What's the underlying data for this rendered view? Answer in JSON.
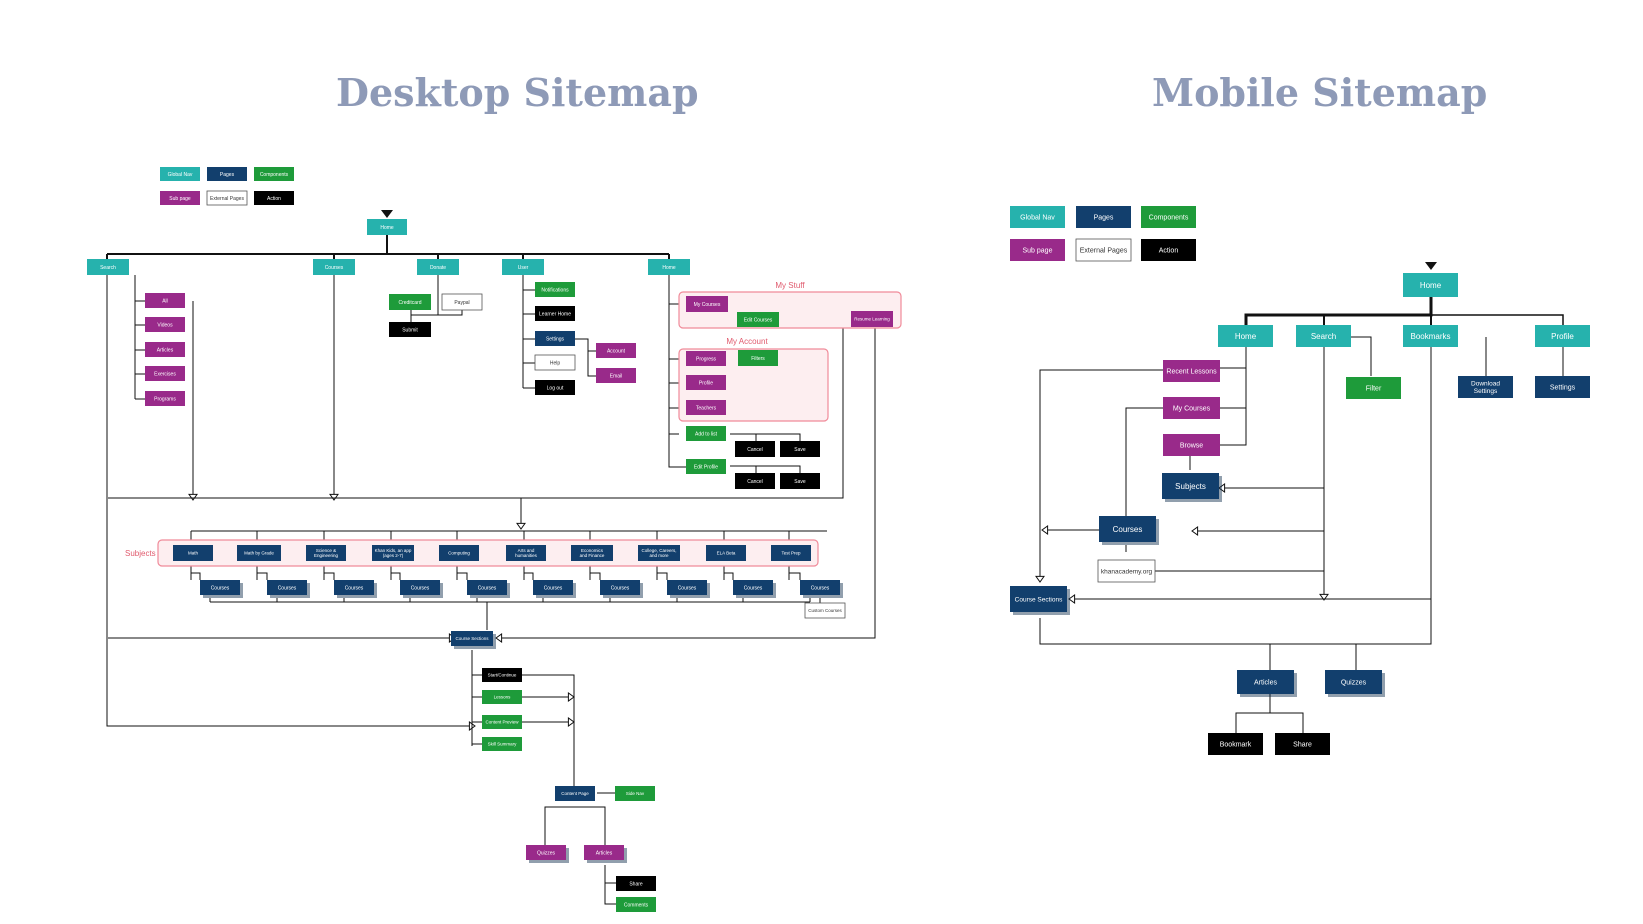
{
  "titles": {
    "desktop": "Desktop Sitemap",
    "mobile": "Mobile Sitemap"
  },
  "colors": {
    "global_nav": "#26b2ad",
    "page": "#123f6d",
    "component": "#1e9b3a",
    "sub_page": "#992a8a",
    "external": "#ffffff",
    "action": "#000000",
    "group_fill": "#fdeef0",
    "group_stroke": "#f08a99",
    "group_label": "#e05a6d"
  },
  "legend_labels": {
    "global_nav": "Global Nav",
    "pages": "Pages",
    "components": "Components",
    "sub_page": "Sub page",
    "external": "External Pages",
    "action": "Action"
  },
  "desktop": {
    "groups": {
      "my_stuff": "My Stuff",
      "my_account": "My Account",
      "subjects": "Subjects"
    },
    "nodes": {
      "home": "Home",
      "search": "Search",
      "courses": "Courses",
      "donate": "Donate",
      "user": "User",
      "home2": "Home",
      "all": "All",
      "videos": "Videos",
      "articles": "Articles",
      "exercises": "Exercises",
      "programs": "Programs",
      "creditcard": "Creditcard",
      "paypal": "Paypal",
      "submit": "Submit",
      "notifications": "Notifications",
      "learner_home": "Learner Home",
      "settings": "Settings",
      "help": "Help",
      "logout": "Log out",
      "account": "Account",
      "email": "Email",
      "my_courses": "My Courses",
      "edit_courses": "Edit Courses",
      "resume_learning": "Resume Learning",
      "progress": "Progress",
      "filters": "Filters",
      "profile": "Profile",
      "teachers": "Teachers",
      "add_to_list": "Add to list",
      "edit_profile": "Edit Profile",
      "cancel": "Cancel",
      "save": "Save",
      "custom_courses": "Custom Courses",
      "course_sections": "Course Sections",
      "start_continue": "Start/Continue",
      "lessons": "Lessons",
      "content_preview": "Content Preview",
      "skill_summary": "Skill Summary",
      "content_page": "Content Page",
      "side_nav": "Side Nav",
      "quizzes": "Quizzes",
      "articles2": "Articles",
      "share": "Share",
      "comments": "Comments"
    },
    "subjects": [
      "Math",
      "Math by Grade",
      "Science & Engineering",
      "Khan Kids, an app (ages 2-7)",
      "Computing",
      "Arts and humanities",
      "Economics and Finance",
      "College, Careers, and more",
      "ELA Beta",
      "Test Prep"
    ]
  },
  "mobile": {
    "nodes": {
      "home": "Home",
      "home2": "Home",
      "search": "Search",
      "bookmarks": "Bookmarks",
      "profile": "Profile",
      "recent_lessons": "Recent Lessons",
      "my_courses": "My Courses",
      "browse": "Browse",
      "subjects": "Subjects",
      "courses": "Courses",
      "khanacademy": "khanacademy.org",
      "course_sections": "Course Sections",
      "filter": "Filter",
      "download_settings": "Download Settings",
      "settings": "Settings",
      "articles": "Articles",
      "quizzes": "Quizzes",
      "bookmark": "Bookmark",
      "share": "Share"
    }
  }
}
